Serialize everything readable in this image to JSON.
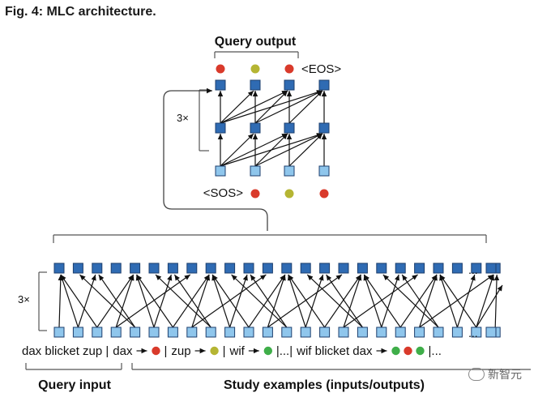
{
  "figure": {
    "title": "Fig. 4: MLC architecture."
  },
  "decoder": {
    "heading": "Query output",
    "layers_label": "3×",
    "output_tokens": [
      {
        "kind": "dot",
        "color": "#d93a2b"
      },
      {
        "kind": "dot",
        "color": "#b5b533"
      },
      {
        "kind": "dot",
        "color": "#d93a2b"
      },
      {
        "kind": "text",
        "text": "<EOS>"
      }
    ],
    "input_tokens": [
      {
        "kind": "text",
        "text": "<SOS>"
      },
      {
        "kind": "dot",
        "color": "#d93a2b"
      },
      {
        "kind": "dot",
        "color": "#b5b533"
      },
      {
        "kind": "dot",
        "color": "#d93a2b"
      }
    ]
  },
  "encoder": {
    "layers_label": "3×",
    "ellipsis": "...",
    "sequence": [
      {
        "kind": "text",
        "text": "dax blicket zup |"
      },
      {
        "kind": "text",
        "text": "dax"
      },
      {
        "kind": "arrow"
      },
      {
        "kind": "dot",
        "color": "#d93a2b"
      },
      {
        "kind": "text",
        "text": "|"
      },
      {
        "kind": "text",
        "text": "zup"
      },
      {
        "kind": "arrow"
      },
      {
        "kind": "dot",
        "color": "#b5b533"
      },
      {
        "kind": "text",
        "text": "|"
      },
      {
        "kind": "text",
        "text": "wif"
      },
      {
        "kind": "arrow"
      },
      {
        "kind": "dot",
        "color": "#3fae49"
      },
      {
        "kind": "text",
        "text": "|...|"
      },
      {
        "kind": "text",
        "text": "wif blicket dax"
      },
      {
        "kind": "arrow"
      },
      {
        "kind": "dot",
        "color": "#3fae49"
      },
      {
        "kind": "dot",
        "color": "#d93a2b"
      },
      {
        "kind": "dot",
        "color": "#3fae49"
      },
      {
        "kind": "text",
        "text": "|..."
      }
    ],
    "query_input_label": "Query input",
    "study_examples_label": "Study examples (inputs/outputs)"
  },
  "colors": {
    "dark_node": "#2f6bb3",
    "light_node": "#8fc6ec",
    "red": "#d93a2b",
    "olive": "#b5b533",
    "green": "#3fae49"
  },
  "watermark": {
    "text": "新智元",
    "icon": "wechat-icon"
  }
}
